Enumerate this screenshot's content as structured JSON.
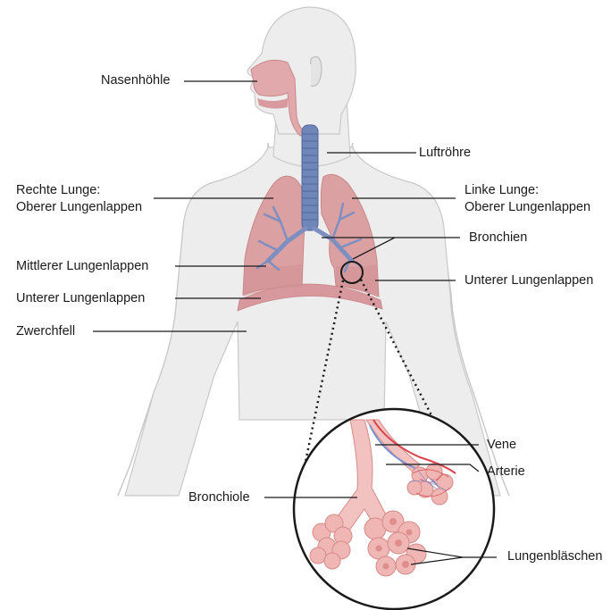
{
  "labels": {
    "nasal_cavity": "Nasenhöhle",
    "trachea": "Luftröhre",
    "right_upper_lobe": [
      "Rechte Lunge:",
      "Oberer Lungenlappen"
    ],
    "left_upper_lobe": [
      "Linke Lunge:",
      "Oberer Lungenlappen"
    ],
    "bronchi": "Bronchien",
    "middle_lobe": "Mittlerer Lungenlappen",
    "right_lower_lobe": "Unterer Lungenlappen",
    "left_lower_lobe": "Unterer Lungenlappen",
    "diaphragm": "Zwerchfell",
    "vein": "Vene",
    "artery": "Arterie",
    "bronchiole": "Bronchiole",
    "alveoli": "Lungenbläschen"
  },
  "colors": {
    "body_fill": "#ededed",
    "body_stroke": "#c9c9c9",
    "lung_fill": "#dba0a2",
    "lung_dark": "#c98688",
    "airway_blue": "#6f86b8",
    "airway_dark": "#4f679c",
    "nasal_pink": "#e2a9ad",
    "vein_red": "#d9444a",
    "artery_blue": "#7a8fcf",
    "alveoli_fill": "#f0b6b3",
    "alveoli_stroke": "#d58a88",
    "leader_line": "#1a1a1a"
  }
}
